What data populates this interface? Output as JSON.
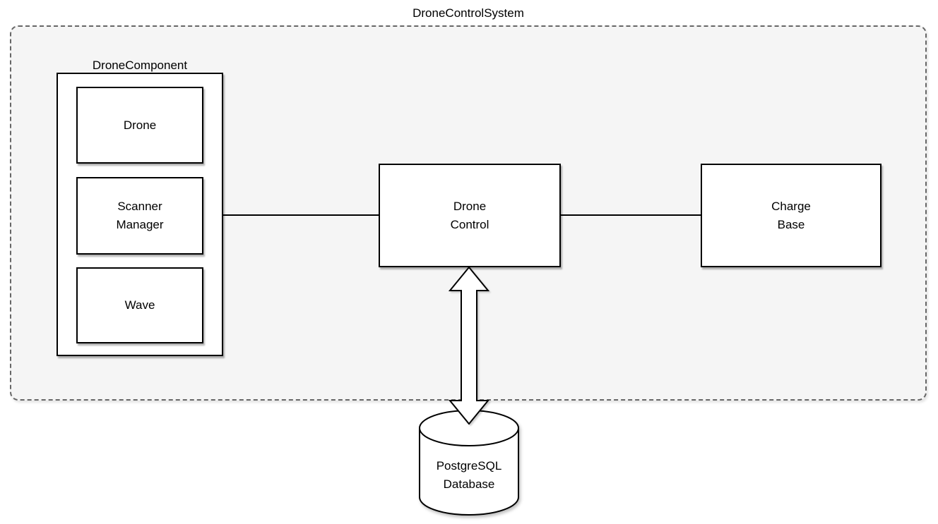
{
  "system": {
    "label": "DroneControlSystem"
  },
  "drone_component": {
    "label": "DroneComponent",
    "items": [
      {
        "label": "Drone"
      },
      {
        "label": "Scanner\nManager"
      },
      {
        "label": "Wave"
      }
    ]
  },
  "nodes": {
    "drone_control": {
      "label": "Drone\nControl"
    },
    "charge_base": {
      "label": "Charge\nBase"
    },
    "database": {
      "label": "PostgreSQL\nDatabase",
      "shape": "cylinder"
    }
  },
  "connections": [
    {
      "from": "DroneComponent",
      "to": "Drone Control",
      "style": "plain-line"
    },
    {
      "from": "Drone Control",
      "to": "Charge Base",
      "style": "plain-line"
    },
    {
      "from": "Drone Control",
      "to": "PostgreSQL Database",
      "style": "double-headed-arrow"
    }
  ],
  "colors": {
    "system_fill": "#f5f5f5",
    "system_border": "#666666",
    "node_fill": "#ffffff",
    "node_border": "#000000",
    "text": "#000000"
  }
}
